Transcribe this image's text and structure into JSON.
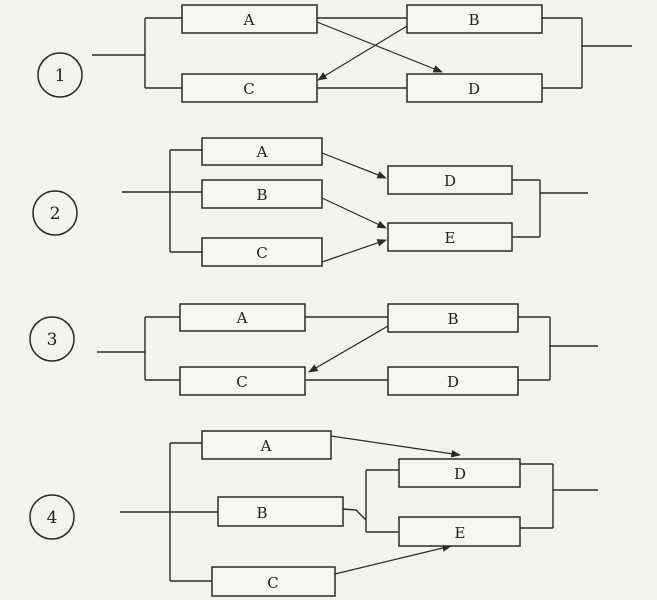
{
  "diagrams": [
    {
      "number": "1",
      "blocks": {
        "a": "A",
        "b": "B",
        "c": "C",
        "d": "D"
      }
    },
    {
      "number": "2",
      "blocks": {
        "a": "A",
        "b": "B",
        "c": "C",
        "d": "D",
        "e": "E"
      }
    },
    {
      "number": "3",
      "blocks": {
        "a": "A",
        "b": "B",
        "c": "C",
        "d": "D"
      }
    },
    {
      "number": "4",
      "blocks": {
        "a": "A",
        "b": "B",
        "c": "C",
        "d": "D",
        "e": "E"
      }
    }
  ],
  "colors": {
    "ink": "#2a2a2a",
    "paper": "#f4f3ef"
  }
}
